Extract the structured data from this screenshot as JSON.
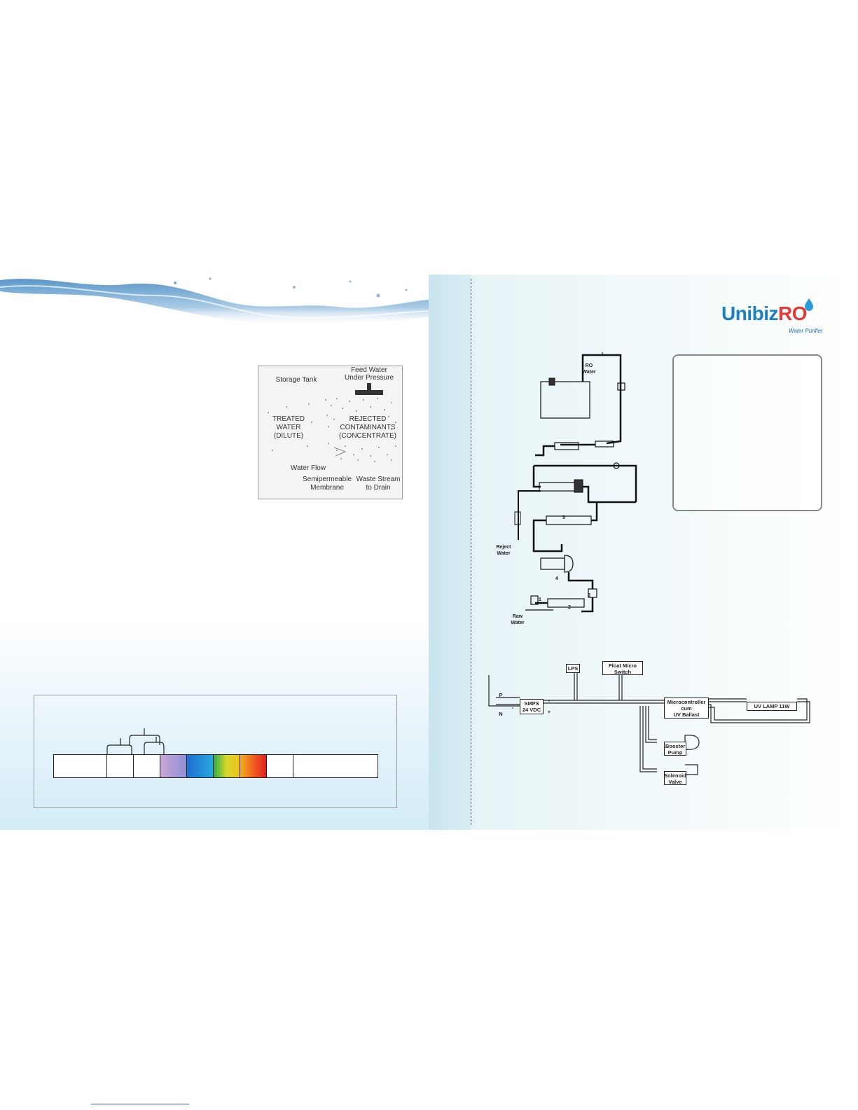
{
  "logo": {
    "brand_a": "Unibiz",
    "brand_b": "RO",
    "tagline": "Water Purifier",
    "color_a": "#1b7fc4",
    "color_b": "#e53935"
  },
  "ro_diagram": {
    "storage_tank": "Storage Tank",
    "feed_water_1": "Feed Water",
    "feed_water_2": "Under Pressure",
    "treated_1": "TREATED",
    "treated_2": "WATER",
    "treated_3": "(DILUTE)",
    "rejected_1": "REJECTED",
    "rejected_2": "CONTAMINANTS",
    "rejected_3": "(CONCENTRATE)",
    "water_flow": "Water Flow",
    "membrane_1": "Semipermeable",
    "membrane_2": "Membrane",
    "waste_1": "Waste  Stream",
    "waste_2": "to Drain"
  },
  "flow_diagram": {
    "ro_water_1": "RO",
    "ro_water_2": "Water",
    "reject_1": "Reject",
    "reject_2": "Water",
    "raw_1": "Raw",
    "raw_2": "Water",
    "n1": "1",
    "n2": "2",
    "n3": "3",
    "n4": "4",
    "n5": "5"
  },
  "electrical": {
    "lps": "LPS",
    "float_1": "Float Micro",
    "float_2": "Switch",
    "p": "P",
    "n": "N",
    "smps_1": "SMPS",
    "smps_2": "24 VDC",
    "minus": "-",
    "plus": "+",
    "micro_1": "Microcontroller",
    "micro_2": "cum",
    "micro_3": "UV Ballast",
    "uv_lamp": "UV LAMP 11W",
    "booster_1": "Booster",
    "booster_2": "Pump",
    "solenoid_1": "Solenoid",
    "solenoid_2": "Valve"
  }
}
